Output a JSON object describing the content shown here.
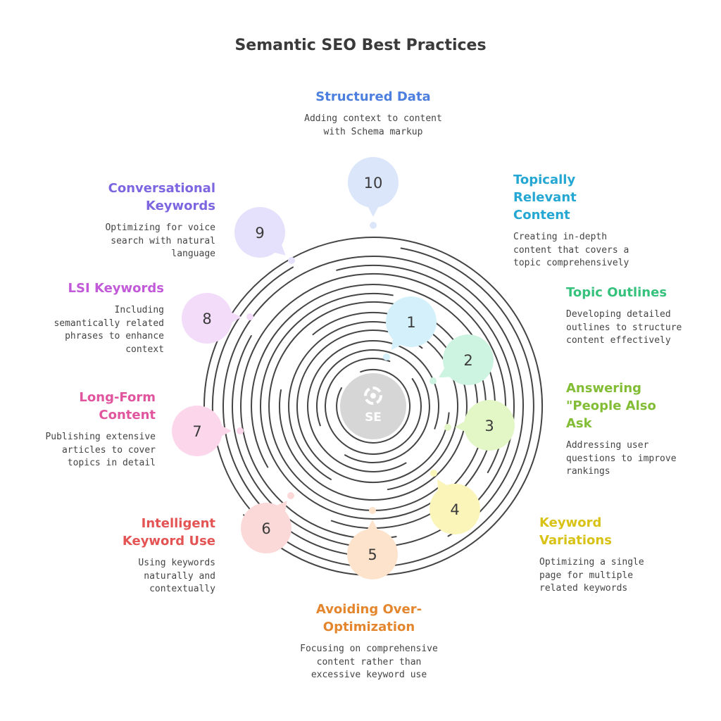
{
  "title": "Semantic SEO Best Practices",
  "hub": {
    "label": "SE",
    "icon": "recycle-arrows-icon",
    "color": "#d6d6d6"
  },
  "items": [
    {
      "number": "1",
      "color": "#d4f1fb",
      "title": "Topically Relevant Content",
      "title_lines": [
        "Topically",
        "Relevant",
        "Content"
      ],
      "title_color": "#25a7d3",
      "desc": "Creating in-depth content that covers a topic comprehensively",
      "desc_lines": [
        "Creating in-depth",
        "content that covers a",
        "topic comprehensively"
      ]
    },
    {
      "number": "2",
      "color": "#cdf4e1",
      "title": "Topic Outlines",
      "title_lines": [
        "Topic Outlines"
      ],
      "title_color": "#36c17c",
      "desc": "Developing detailed outlines to structure content effectively",
      "desc_lines": [
        "Developing detailed",
        "outlines to structure",
        "content effectively"
      ]
    },
    {
      "number": "3",
      "color": "#e3f6c6",
      "title": "Answering \"People Also Ask",
      "title_lines": [
        "Answering",
        "\"People Also",
        "Ask"
      ],
      "title_color": "#82bd35",
      "desc": "Addressing user questions to improve rankings",
      "desc_lines": [
        "Addressing user",
        "questions to improve",
        "rankings"
      ]
    },
    {
      "number": "4",
      "color": "#fbf5ba",
      "title": "Keyword Variations",
      "title_lines": [
        "Keyword",
        "Variations"
      ],
      "title_color": "#d8c215",
      "desc": "Optimizing a single page for multiple related keywords",
      "desc_lines": [
        "Optimizing a single",
        "page for multiple",
        "related keywords"
      ]
    },
    {
      "number": "5",
      "color": "#fde3cc",
      "title": "Avoiding Over-Optimization",
      "title_lines": [
        "Avoiding Over-",
        "Optimization"
      ],
      "title_color": "#e4862e",
      "desc": "Focusing on comprehensive content rather than excessive keyword use",
      "desc_lines": [
        "Focusing on comprehensive",
        "content rather than",
        "excessive keyword use"
      ]
    },
    {
      "number": "6",
      "color": "#fcd9d9",
      "title": "Intelligent Keyword Use",
      "title_lines": [
        "Intelligent",
        "Keyword Use"
      ],
      "title_color": "#e45454",
      "desc": "Using keywords naturally and contextually",
      "desc_lines": [
        "Using keywords",
        "naturally and",
        "contextually"
      ]
    },
    {
      "number": "7",
      "color": "#fcd7ec",
      "title": "Long-Form Content",
      "title_lines": [
        "Long-Form",
        "Content"
      ],
      "title_color": "#e0559e",
      "desc": "Publishing extensive articles to cover topics in detail",
      "desc_lines": [
        "Publishing extensive",
        "articles to cover",
        "topics in detail"
      ]
    },
    {
      "number": "8",
      "color": "#f2dcf9",
      "title": "LSI Keywords",
      "title_lines": [
        "LSI Keywords"
      ],
      "title_color": "#c159d9",
      "desc": "Including semantically related phrases to enhance context",
      "desc_lines": [
        "Including",
        "semantically related",
        "phrases to enhance",
        "context"
      ]
    },
    {
      "number": "9",
      "color": "#e5e0fb",
      "title": "Conversational Keywords",
      "title_lines": [
        "Conversational",
        "Keywords"
      ],
      "title_color": "#7d66e0",
      "desc": "Optimizing for voice search with natural language",
      "desc_lines": [
        "Optimizing for voice",
        "search with natural",
        "language"
      ]
    },
    {
      "number": "10",
      "color": "#dbe6fb",
      "title": "Structured Data",
      "title_lines": [
        "Structured Data"
      ],
      "title_color": "#4c7fde",
      "desc": "Adding context to content with Schema markup",
      "desc_lines": [
        "Adding context to content",
        "with Schema markup"
      ]
    }
  ]
}
